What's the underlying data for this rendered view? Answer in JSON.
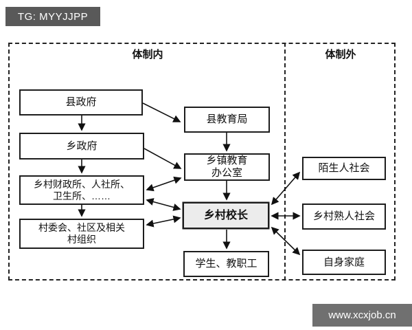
{
  "badge": {
    "text": "TG: MYYJJPP"
  },
  "watermark": {
    "text": "www.xcxjob.cn"
  },
  "colors": {
    "badge_bg": "#595959",
    "watermark_bg": "#707070",
    "box_border": "#1c1c1c",
    "highlight_fill": "#ececec",
    "dashed_border": "#222222",
    "page_bg": "#ffffff"
  },
  "diagram": {
    "regions": [
      {
        "id": "inside-system",
        "label": "体制内"
      },
      {
        "id": "outside-system",
        "label": "体制外"
      }
    ],
    "boxes": {
      "county_gov": {
        "lines": [
          "县政府"
        ]
      },
      "county_edu": {
        "lines": [
          "县教育局"
        ]
      },
      "town_gov": {
        "lines": [
          "乡政府"
        ]
      },
      "town_edu": {
        "lines": [
          "乡镇教育",
          "办公室"
        ]
      },
      "rural_offices": {
        "lines": [
          "乡村财政所、人社所、",
          "卫生所、……"
        ]
      },
      "village_org": {
        "lines": [
          "村委会、社区及相关",
          "村组织"
        ]
      },
      "principal": {
        "lines": [
          "乡村校长"
        ],
        "highlighted": true
      },
      "students": {
        "lines": [
          "学生、教职工"
        ]
      },
      "stranger": {
        "lines": [
          "陌生人社会"
        ]
      },
      "acquaintance": {
        "lines": [
          "乡村熟人社会"
        ]
      },
      "family": {
        "lines": [
          "自身家庭"
        ]
      }
    },
    "edges": [
      {
        "from": "county_gov",
        "to": "county_edu",
        "bidirectional": false
      },
      {
        "from": "county_gov",
        "to": "town_gov",
        "bidirectional": false
      },
      {
        "from": "county_edu",
        "to": "town_edu",
        "bidirectional": false
      },
      {
        "from": "town_gov",
        "to": "town_edu",
        "bidirectional": false
      },
      {
        "from": "town_gov",
        "to": "rural_offices",
        "bidirectional": false
      },
      {
        "from": "rural_offices",
        "to": "town_edu",
        "bidirectional": true
      },
      {
        "from": "rural_offices",
        "to": "village_org",
        "bidirectional": false
      },
      {
        "from": "rural_offices",
        "to": "principal",
        "bidirectional": true
      },
      {
        "from": "village_org",
        "to": "principal",
        "bidirectional": true
      },
      {
        "from": "town_edu",
        "to": "principal",
        "bidirectional": false
      },
      {
        "from": "principal",
        "to": "students",
        "bidirectional": false
      },
      {
        "from": "principal",
        "to": "stranger",
        "bidirectional": true
      },
      {
        "from": "principal",
        "to": "acquaintance",
        "bidirectional": true
      },
      {
        "from": "principal",
        "to": "family",
        "bidirectional": true
      }
    ]
  }
}
